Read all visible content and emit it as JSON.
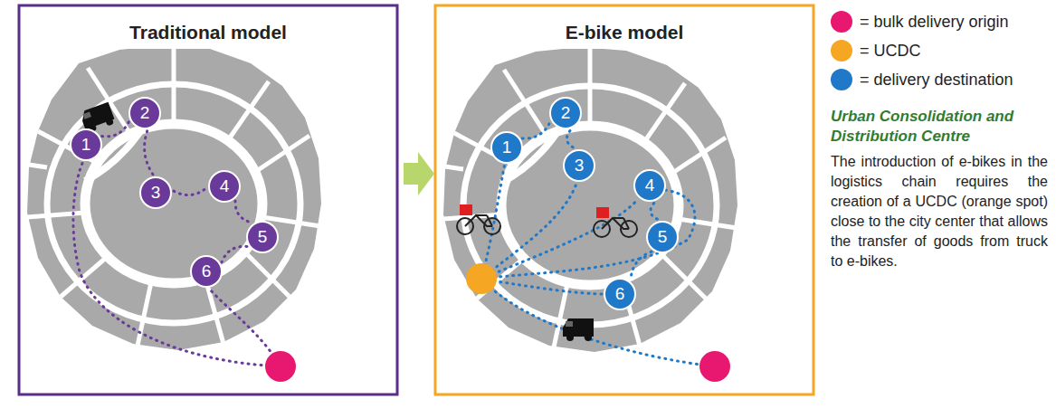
{
  "diagram": {
    "nodes": [
      {
        "text": [
          "Traditional model"
        ]
      },
      {
        "text": [
          "1"
        ],
        "in": 0
      },
      {
        "text": [
          "2"
        ],
        "in": 0
      },
      {
        "text": [
          "3"
        ],
        "in": 0
      },
      {
        "text": [
          "4"
        ],
        "in": 0
      },
      {
        "text": [
          "5"
        ],
        "in": 0
      },
      {
        "text": [
          "6"
        ],
        "in": 0
      },
      {
        "text": [
          "E-bike model"
        ]
      },
      {
        "text": [
          "1"
        ],
        "in": 7
      },
      {
        "text": [
          "2"
        ],
        "in": 7
      },
      {
        "text": [
          "3"
        ],
        "in": 7
      },
      {
        "text": [
          "4"
        ],
        "in": 7
      },
      {
        "text": [
          "5"
        ],
        "in": 7
      },
      {
        "text": [
          "6"
        ],
        "in": 7
      }
    ],
    "edges": [
      {
        "from": 1,
        "to": 2,
        "arrow": "none"
      },
      {
        "from": 2,
        "to": 3,
        "arrow": "none"
      },
      {
        "from": 3,
        "to": 4,
        "arrow": "none"
      },
      {
        "from": 4,
        "to": 5,
        "arrow": "none"
      },
      {
        "from": 5,
        "to": 6,
        "arrow": "none"
      },
      {
        "from": 8,
        "to": 9,
        "arrow": "none"
      },
      {
        "from": 9,
        "to": 10,
        "arrow": "none"
      },
      {
        "from": 11,
        "to": 12,
        "arrow": "none"
      },
      {
        "from": 12,
        "to": 13,
        "arrow": "none"
      }
    ],
    "labels": [
      "Urban Consolidation and Distribution Centre",
      "The introduction of e-bikes in the logistics chain requires the creation of a UCDC (orange spot) close to the city center that allows the transfer of goods from truck to e-bikes."
    ],
    "legend": [
      {
        "text": "= bulk delivery origin",
        "color": "#e8176f"
      },
      {
        "text": "= UCDC",
        "color": "#f5a623"
      },
      {
        "text": "= delivery destination",
        "color": "#1f78c8"
      }
    ]
  }
}
